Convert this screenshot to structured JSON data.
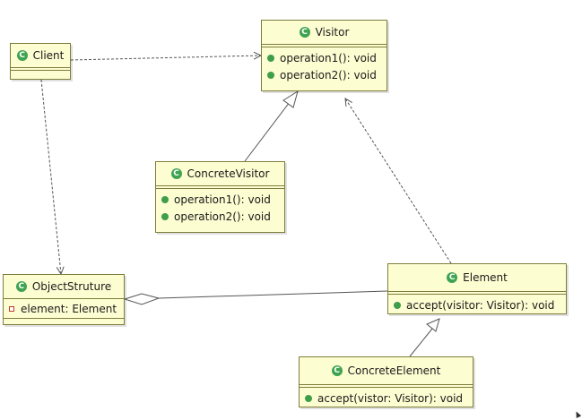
{
  "classes": {
    "client": {
      "name": "Client"
    },
    "visitor": {
      "name": "Visitor",
      "ops": [
        "operation1(): void",
        "operation2(): void"
      ]
    },
    "concrete_visitor": {
      "name": "ConcreteVisitor",
      "ops": [
        "operation1(): void",
        "operation2(): void"
      ]
    },
    "object_structure": {
      "name": "ObjectStruture",
      "fields": [
        "element: Element"
      ]
    },
    "element": {
      "name": "Element",
      "ops": [
        "accept(visitor: Visitor): void"
      ]
    },
    "concrete_element": {
      "name": "ConcreteElement",
      "ops": [
        "accept(vistor: Visitor): void"
      ]
    }
  },
  "icon_letter": "C",
  "colors": {
    "class_fill": "#fdfdd2",
    "class_border": "#7d7d3c",
    "class_icon": "#3fa352",
    "method_icon": "#3f9e4a",
    "field_icon": "#c0392b",
    "line": "#555555"
  }
}
